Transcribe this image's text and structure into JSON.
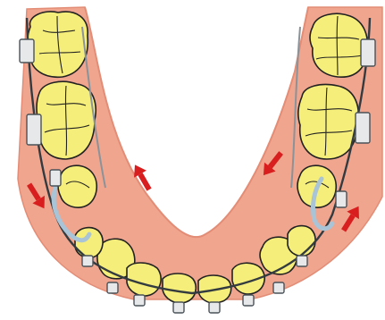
{
  "diagram": {
    "colors": {
      "gum": "#f0a58f",
      "gum_edge": "#e38d76",
      "tooth": "#f5ee7a",
      "tooth_stroke": "#222222",
      "arrow": "#d81e1e",
      "wire": "#8a9399",
      "wire_dark": "#333b40",
      "bracket_fill": "#e6e8ea",
      "bracket_stroke": "#4a5258",
      "spring": "#a9c4d6",
      "background": "#ffffff"
    },
    "icons": {
      "arrow": "red-direction-arrow",
      "bracket": "orthodontic-bracket",
      "tooth": "molar-tooth"
    }
  }
}
